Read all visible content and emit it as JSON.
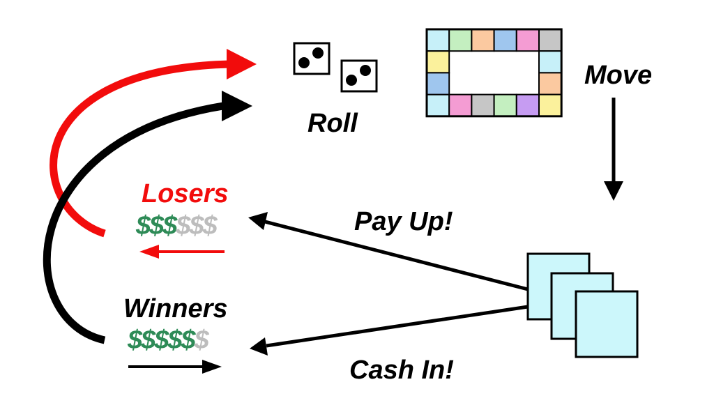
{
  "labels": {
    "roll": "Roll",
    "move": "Move",
    "pay_up": "Pay Up!",
    "cash_in": "Cash In!",
    "losers": "Losers",
    "winners": "Winners"
  },
  "losers_money": {
    "earned": "$$$",
    "remaining": "$$$"
  },
  "winners_money": {
    "earned": "$$$$$",
    "remaining": "$"
  },
  "colors": {
    "losers_text": "#f20c0c",
    "loop_red": "#f20c0c",
    "loop_black": "#000000",
    "money_green": "#2e8b57",
    "money_gray": "#bdbdbd",
    "card_fill": "#ccf7fb"
  },
  "board": {
    "top_row": [
      "#c7f0f9",
      "#c4efc0",
      "#fbc9a0",
      "#9fc6ee",
      "#f49cd3",
      "#c6c6c6"
    ],
    "right_col": [
      "#c7f0f9",
      "#fbc9a0"
    ],
    "bottom_row": [
      "#c7f0f9",
      "#f49cd3",
      "#c6c6c6",
      "#c4efc0",
      "#c69cf2",
      "#fbf19c"
    ],
    "left_col": [
      "#fbf19c",
      "#9fc6ee"
    ]
  },
  "dice": [
    {
      "name": "die-1",
      "pips": 2
    },
    {
      "name": "die-2",
      "pips": 2
    }
  ]
}
